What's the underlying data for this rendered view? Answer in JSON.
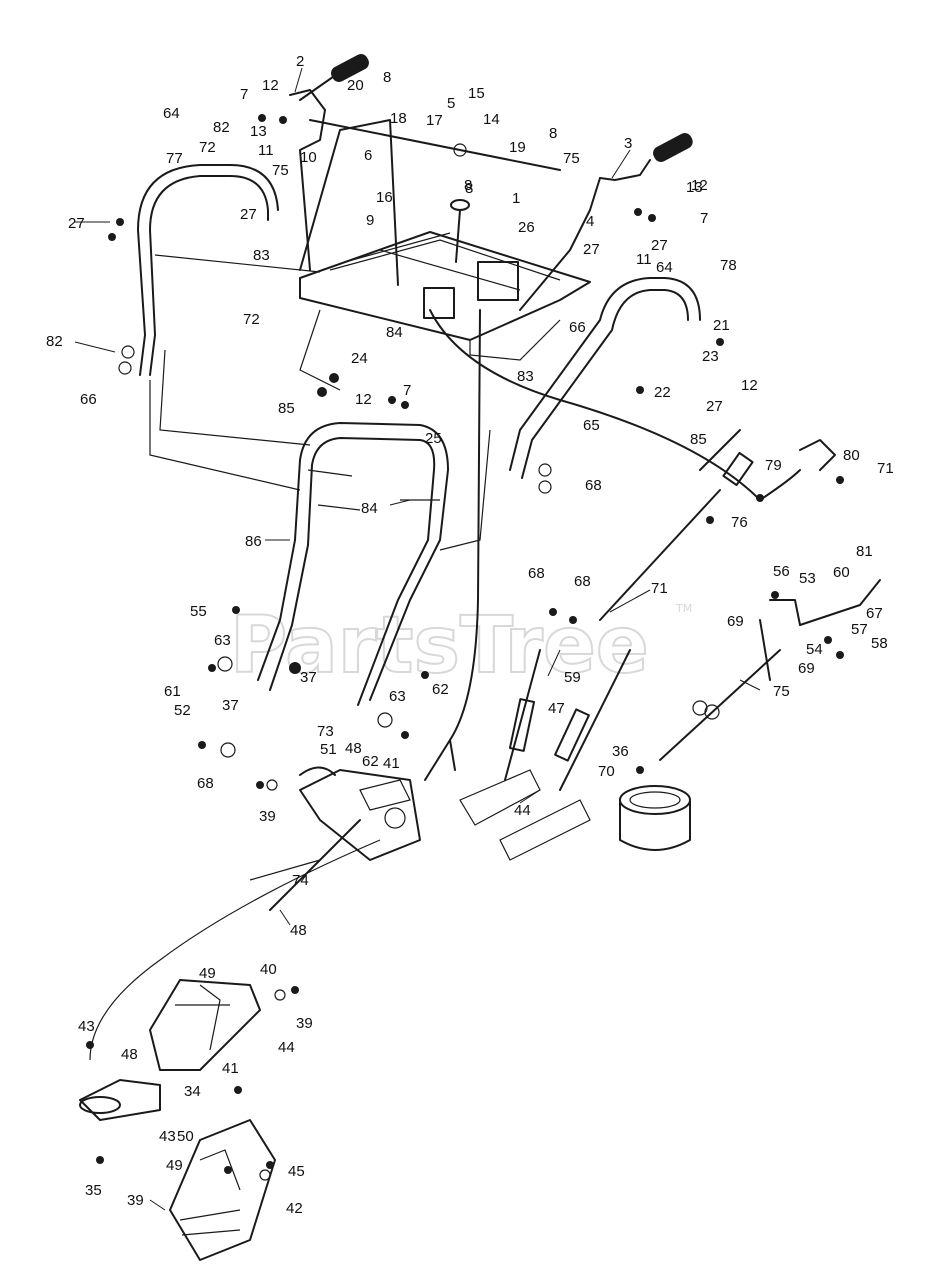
{
  "diagram": {
    "watermark": "PartsTree",
    "trademark": "TM",
    "callouts": [
      "2",
      "8",
      "20",
      "12",
      "7",
      "13",
      "5",
      "15",
      "14",
      "18",
      "17",
      "10",
      "11",
      "8",
      "19",
      "8",
      "75",
      "3",
      "64",
      "82",
      "72",
      "77",
      "75",
      "6",
      "16",
      "9",
      "8",
      "1",
      "26",
      "13",
      "12",
      "7",
      "27",
      "27",
      "83",
      "27",
      "4",
      "27",
      "11",
      "64",
      "78",
      "72",
      "66",
      "21",
      "82",
      "84",
      "24",
      "23",
      "83",
      "22",
      "27",
      "66",
      "85",
      "12",
      "7",
      "25",
      "12",
      "65",
      "85",
      "79",
      "80",
      "71",
      "68",
      "84",
      "86",
      "76",
      "68",
      "68",
      "71",
      "81",
      "56",
      "53",
      "60",
      "55",
      "63",
      "69",
      "67",
      "57",
      "58",
      "54",
      "61",
      "62",
      "63",
      "69",
      "59",
      "75",
      "52",
      "37",
      "47",
      "73",
      "51",
      "48",
      "62",
      "41",
      "36",
      "70",
      "68",
      "39",
      "44",
      "74",
      "48",
      "49",
      "40",
      "39",
      "44",
      "43",
      "48",
      "41",
      "34",
      "43",
      "50",
      "49",
      "45",
      "35",
      "39",
      "42",
      "37",
      "1"
    ]
  }
}
